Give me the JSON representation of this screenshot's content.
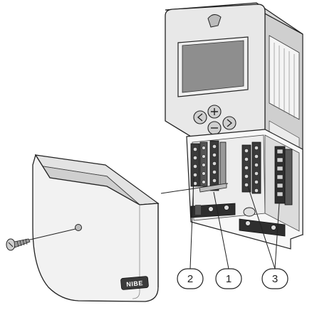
{
  "callouts": [
    {
      "id": "2",
      "label": "2"
    },
    {
      "id": "1",
      "label": "1"
    },
    {
      "id": "3",
      "label": "3"
    }
  ],
  "brand": "NIBE",
  "control_buttons": [
    "left-arrow",
    "plus",
    "minus",
    "right-arrow"
  ],
  "colors": {
    "line": "#222222",
    "housing": "#e6e6e6",
    "housing_shade": "#bdbdbd",
    "display": "#8e8e8e",
    "terminal_green": "#2f2f2f",
    "cover": "#f2f2f2"
  }
}
